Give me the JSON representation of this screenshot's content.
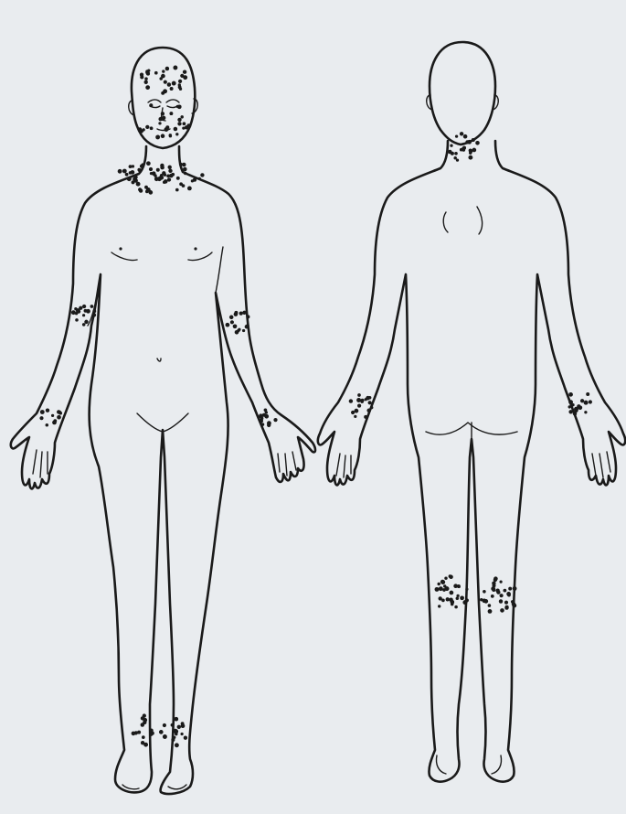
{
  "figure": {
    "views": [
      "front",
      "back"
    ],
    "colors": {
      "background": "#e9ecef",
      "ink": "#1a1a1a"
    }
  },
  "front_view": {
    "stippled_regions": [
      "forehead",
      "cheeks-chin",
      "neck-upper-chest",
      "left-upper-arm",
      "right-upper-arm",
      "left-wrist",
      "right-wrist",
      "left-ankle",
      "right-ankle"
    ]
  },
  "back_view": {
    "stippled_regions": [
      "nape-of-neck",
      "left-wrist",
      "right-wrist",
      "left-knee-back",
      "right-knee-back"
    ]
  }
}
